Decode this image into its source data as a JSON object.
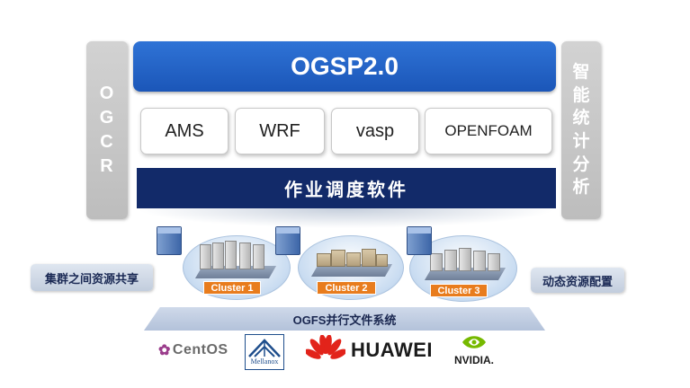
{
  "left_sidebar": {
    "letters": [
      "O",
      "G",
      "C",
      "R"
    ]
  },
  "right_sidebar": {
    "chars": [
      "智",
      "能",
      "统",
      "计",
      "分",
      "析"
    ]
  },
  "platform_title": "OGSP2.0",
  "apps": [
    "AMS",
    "WRF",
    "vasp",
    "OPENFOAM"
  ],
  "scheduler_label": "作业调度软件",
  "left_tag": "集群之间资源共享",
  "right_tag": "动态资源配置",
  "clusters": [
    "Cluster 1",
    "Cluster  2",
    "Cluster 3"
  ],
  "filesystem_label": "OGFS并行文件系统",
  "logos": {
    "centos": "CentOS",
    "mellanox": "Mellanox",
    "huawei": "HUAWEI",
    "nvidia": "NVIDIA."
  },
  "colors": {
    "title_blue": "#1b56b8",
    "scheduler_navy": "#122a69",
    "cluster_orange": "#e87c1d",
    "huawei_red": "#e2231a",
    "nvidia_green": "#76b900",
    "mellanox_blue": "#1f4e8c"
  }
}
